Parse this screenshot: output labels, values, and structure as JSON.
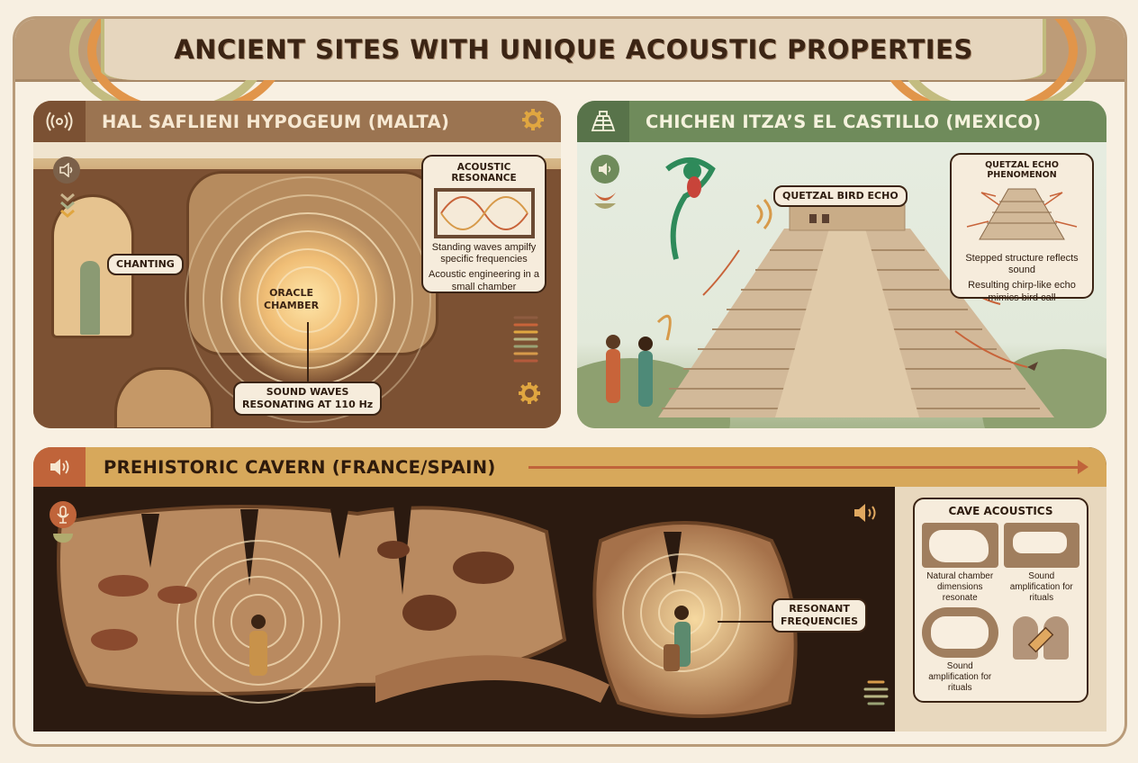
{
  "title": "ANCIENT SITES WITH UNIQUE ACOUSTIC PROPERTIES",
  "colors": {
    "background": "#f7efe1",
    "title_band": "#bd9c78",
    "malta_header": "#9b7451",
    "mexico_header": "#6f8b5b",
    "cavern_header": "#d7a85b",
    "cavern_icon_bg": "#c0643a",
    "dark_text": "#2e1c0f",
    "accent_orange": "#c8643a"
  },
  "panels": {
    "malta": {
      "title": "HAL SAFLIENI HYPOGEUM (MALTA)",
      "header_icon": "radio-waves-icon",
      "header_right_icon": "gear-icon",
      "side_icons": [
        "speaker-icon",
        "chevrons-down-icon"
      ],
      "labels": {
        "chanting": "CHANTING",
        "oracle_chamber": "ORACLE\nCHAMBER",
        "sound_waves_line1": "SOUND WAVES",
        "sound_waves_line2": "RESONATING AT 110 Hz"
      },
      "info_card": {
        "title": "ACOUSTIC RESONANCE",
        "text1": "Standing waves ampilfy specific frequencies",
        "text2": "Acoustic engineering in a small chamber"
      },
      "bottom_right_icons": [
        "color-stripes-icon",
        "gear-icon"
      ]
    },
    "mexico": {
      "title": "CHICHEN ITZA’S EL CASTILLO (MEXICO)",
      "header_icon": "pyramid-icon",
      "side_icons": [
        "speaker-icon",
        "leaf-icon"
      ],
      "labels": {
        "quetzal_bird_echo": "QUETZAL BIRD ECHO"
      },
      "info_card": {
        "title": "QUETZAL ECHO PHENOMENON",
        "text1": "Stepped structure reflects sound",
        "text2": "Resulting chirp-like echo mimics bird call"
      }
    },
    "cavern": {
      "title": "PREHISTORIC CAVERN (FRANCE/SPAIN)",
      "header_icon": "speaker-icon",
      "side_icons": [
        "microphone-icon",
        "speaker-icon",
        "menu-lines-icon"
      ],
      "labels": {
        "resonant_line1": "RESONANT",
        "resonant_line2": "FREQUENCIES"
      },
      "cave_acoustics": {
        "title": "CAVE ACOUSTICS",
        "items": [
          {
            "caption": "Natural chamber dimensions resonate"
          },
          {
            "caption": "Sound amplification for rituals"
          },
          {
            "caption": "Sound amplification for rituals"
          },
          {
            "caption": ""
          }
        ]
      }
    }
  }
}
